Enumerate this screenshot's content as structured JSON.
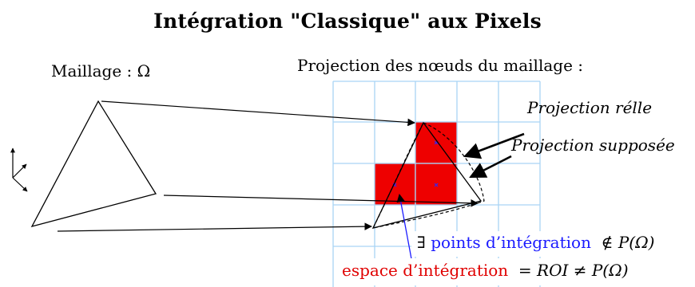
{
  "title": "Intégration \"Classique\" aux Pixels",
  "mesh_label": "Maillage : Ω",
  "projection_heading": "Projection des nœuds du maillage :",
  "label_real_projection": "Projection rélle",
  "label_assumed_projection": "Projection supposée",
  "integration_points_prefix": "∃ ",
  "integration_points_text": "points d’intégration",
  "integration_points_suffix": "∉ P(Ω)",
  "integration_space_text": "espace d’intégration",
  "integration_space_suffix": "= ROI ≠ P(Ω)",
  "colors": {
    "grid": "#a9d4f5",
    "pixel_fill": "#ee0000",
    "integration_point": "#2a2aff",
    "blue_text": "#1a1aff",
    "red_text": "#e00000"
  }
}
